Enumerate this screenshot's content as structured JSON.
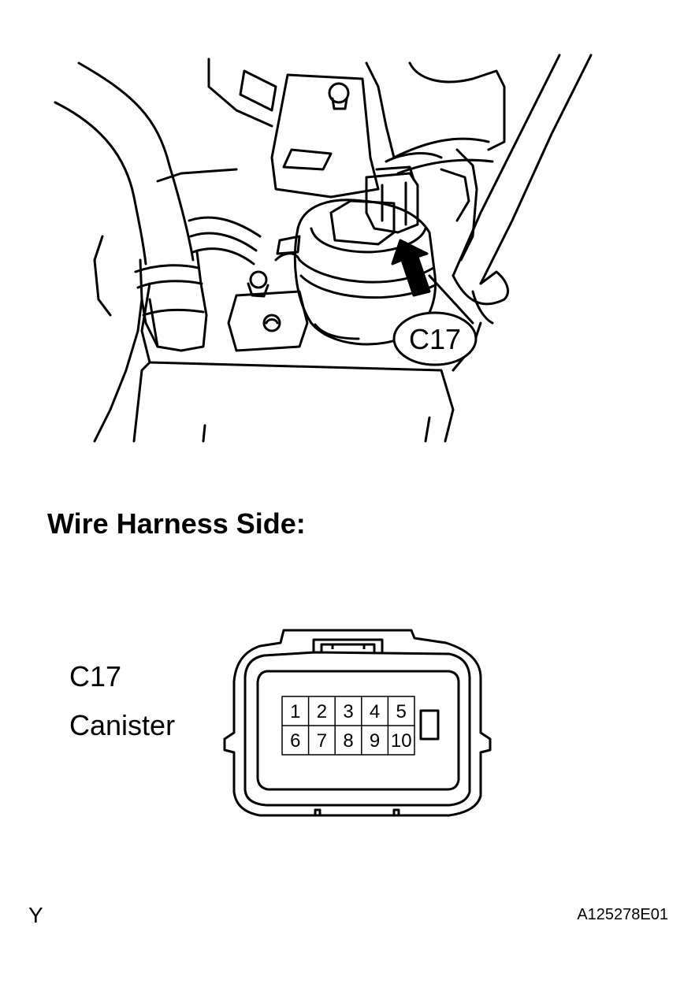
{
  "illustration": {
    "callout_label": "C17"
  },
  "heading": "Wire Harness Side:",
  "connector": {
    "code": "C17",
    "name": "Canister",
    "pins_top": [
      "1",
      "2",
      "3",
      "4",
      "5"
    ],
    "pins_bottom": [
      "6",
      "7",
      "8",
      "9",
      "10"
    ]
  },
  "footer": {
    "left_mark": "Y",
    "figure_id": "A125278E01"
  },
  "icons": {
    "pointer": "arrow-icon"
  }
}
